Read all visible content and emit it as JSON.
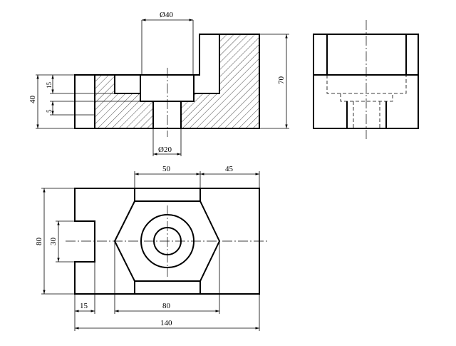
{
  "front_view": {
    "dim_top_diameter": "Ø40",
    "dim_bottom_diameter": "Ø20",
    "dim_height_total": "70",
    "dim_height_left": "40",
    "dim_counterbore_depth": "15",
    "dim_step": "5"
  },
  "plan_view": {
    "dim_hex_width": "50",
    "dim_right_offset": "45",
    "dim_total_depth": "80",
    "dim_tab_width": "30",
    "dim_tab_length": "15",
    "dim_hex_across": "80",
    "dim_total_length": "140"
  }
}
